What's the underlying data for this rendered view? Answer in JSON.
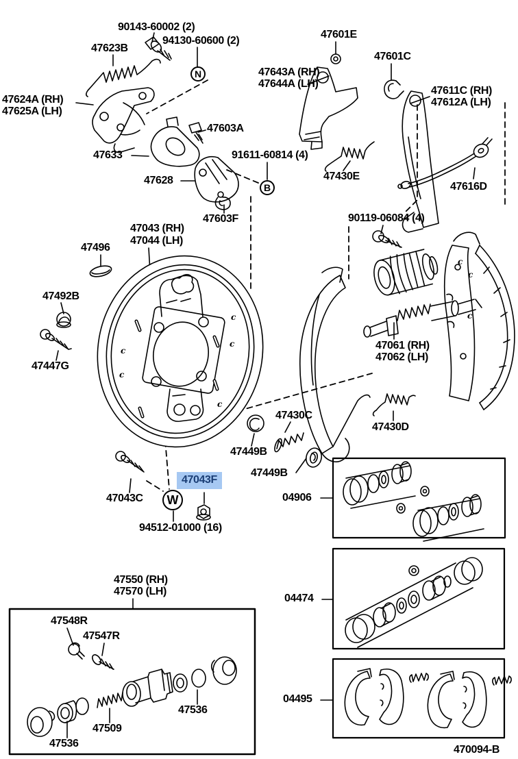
{
  "diagram": {
    "type": "parts-catalog-exploded-view",
    "code": "470094-B",
    "colors": {
      "line": "#000000",
      "background": "#ffffff",
      "highlight_bg": "#a6c8f2",
      "highlight_text": "#1b3e75"
    }
  },
  "labels": {
    "p90143": "90143-60002 (2)",
    "p94130": "94130-60600 (2)",
    "p47623B": "47623B",
    "p47624A": "47624A (RH)",
    "p47625A": "47625A (LH)",
    "p47603A": "47603A",
    "p47633": "47633",
    "p91611": "91611-60814 (4)",
    "p47628": "47628",
    "p47603F": "47603F",
    "p47601E": "47601E",
    "p47601C": "47601C",
    "p47643A": "47643A (RH)",
    "p47644A": "47644A (LH)",
    "p47611C": "47611C (RH)",
    "p47612A": "47612A (LH)",
    "p47430E": "47430E",
    "p47616D": "47616D",
    "p90119": "90119-06084 (4)",
    "p47043": "47043 (RH)",
    "p47044": "47044 (LH)",
    "p47496": "47496",
    "p47492B": "47492B",
    "p47447G": "47447G",
    "p47061": "47061 (RH)",
    "p47062": "47062 (LH)",
    "p47430C": "47430C",
    "p47430D": "47430D",
    "p47449B_a": "47449B",
    "p47449B_b": "47449B",
    "p04906": "04906",
    "p47043C": "47043C",
    "p47043F": "47043F",
    "p94512": "94512-01000 (16)",
    "p47550": "47550 (RH)",
    "p47570": "47570 (LH)",
    "p47548R": "47548R",
    "p47547R": "47547R",
    "p47536_a": "47536",
    "p47509": "47509",
    "p47536_b": "47536",
    "p04474": "04474",
    "p04495": "04495"
  },
  "callouts": {
    "n": "N",
    "b": "B",
    "w": "W"
  },
  "marks": {
    "clip": "c"
  },
  "footer": {
    "diagram_code": "470094-B"
  }
}
